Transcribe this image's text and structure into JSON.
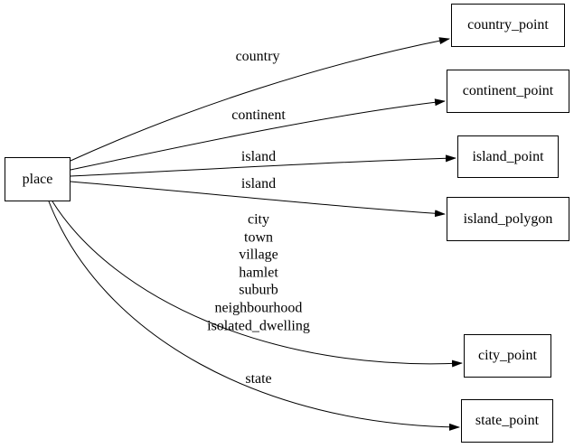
{
  "diagram": {
    "type": "directed-graph",
    "colors": {
      "background": "#ffffff",
      "node_fill": "#ffffff",
      "node_border": "#000000",
      "edge": "#000000",
      "text": "#000000"
    },
    "nodes": {
      "place": {
        "label": "place"
      },
      "country_point": {
        "label": "country_point"
      },
      "continent_point": {
        "label": "continent_point"
      },
      "island_point": {
        "label": "island_point"
      },
      "island_polygon": {
        "label": "island_polygon"
      },
      "city_point": {
        "label": "city_point"
      },
      "state_point": {
        "label": "state_point"
      }
    },
    "edges": [
      {
        "from": "place",
        "to": "country_point",
        "label": "country"
      },
      {
        "from": "place",
        "to": "continent_point",
        "label": "continent"
      },
      {
        "from": "place",
        "to": "island_point",
        "label": "island"
      },
      {
        "from": "place",
        "to": "island_polygon",
        "label": "island"
      },
      {
        "from": "place",
        "to": "city_point",
        "label_lines": {
          "0": "city",
          "1": "town",
          "2": "village",
          "3": "hamlet",
          "4": "suburb",
          "5": "neighbourhood",
          "6": "isolated_dwelling"
        }
      },
      {
        "from": "place",
        "to": "state_point",
        "label": "state"
      }
    ]
  }
}
